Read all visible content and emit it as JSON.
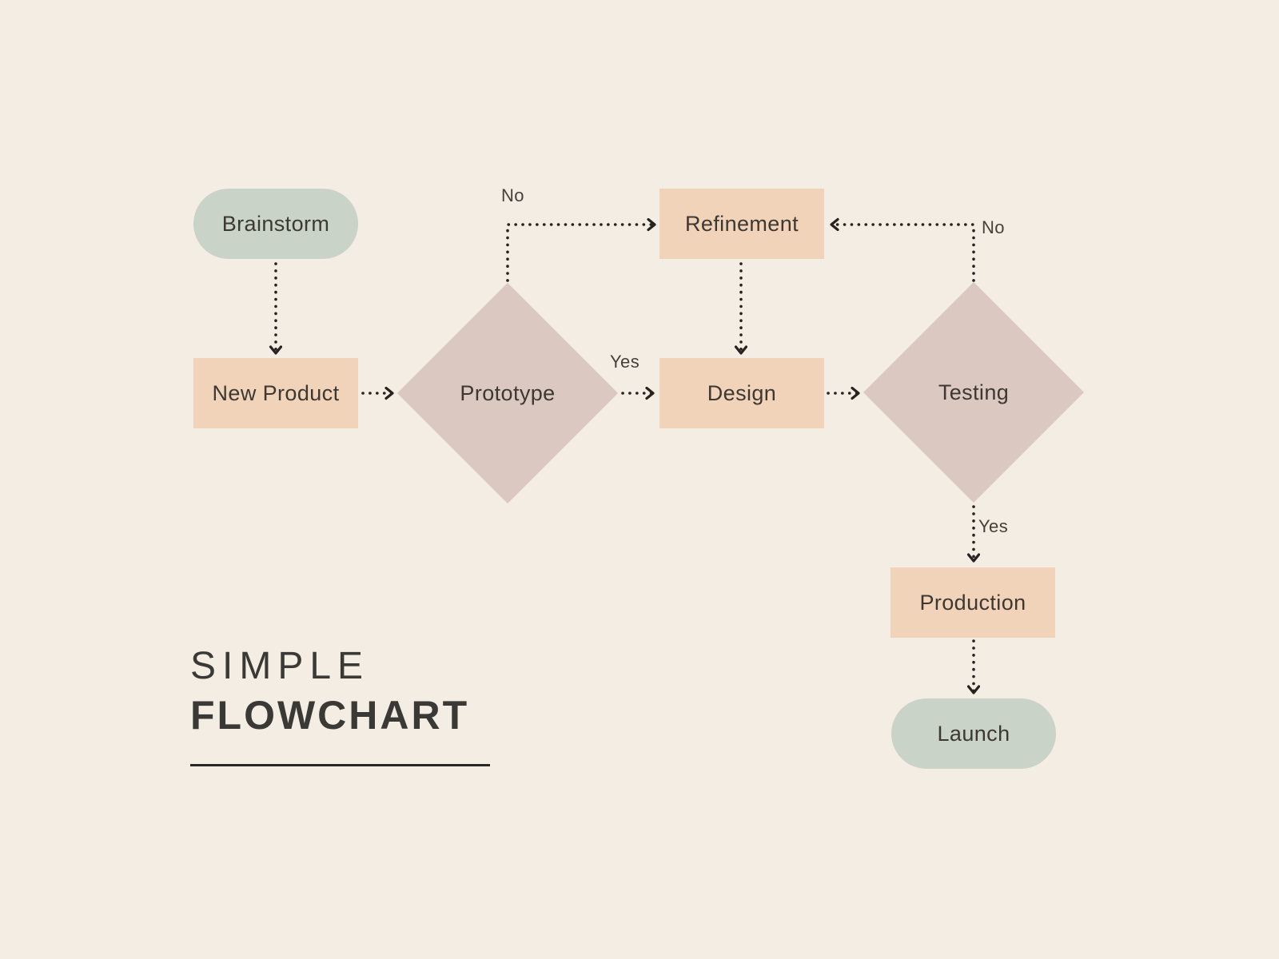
{
  "title": {
    "line1": "SIMPLE",
    "line2": "FLOWCHART"
  },
  "colors": {
    "background": "#f4ede4",
    "terminal_fill": "#c9d3c8",
    "process_fill": "#f0d3b8",
    "decision_fill": "#dbc8c0",
    "connector": "#262220",
    "node_text": "#3e3833",
    "title_text": "#3a3936"
  },
  "nodes": [
    {
      "id": "brainstorm",
      "label": "Brainstorm",
      "shape": "terminal"
    },
    {
      "id": "new-product",
      "label": "New Product",
      "shape": "process"
    },
    {
      "id": "prototype",
      "label": "Prototype",
      "shape": "decision"
    },
    {
      "id": "refinement",
      "label": "Refinement",
      "shape": "process"
    },
    {
      "id": "design",
      "label": "Design",
      "shape": "process"
    },
    {
      "id": "testing",
      "label": "Testing",
      "shape": "decision"
    },
    {
      "id": "production",
      "label": "Production",
      "shape": "process"
    },
    {
      "id": "launch",
      "label": "Launch",
      "shape": "terminal"
    }
  ],
  "edges": [
    {
      "from": "brainstorm",
      "to": "new-product",
      "label": ""
    },
    {
      "from": "new-product",
      "to": "prototype",
      "label": ""
    },
    {
      "from": "prototype",
      "to": "refinement",
      "label": "No"
    },
    {
      "from": "prototype",
      "to": "design",
      "label": "Yes"
    },
    {
      "from": "refinement",
      "to": "design",
      "label": ""
    },
    {
      "from": "design",
      "to": "testing",
      "label": ""
    },
    {
      "from": "testing",
      "to": "refinement",
      "label": "No"
    },
    {
      "from": "testing",
      "to": "production",
      "label": "Yes"
    },
    {
      "from": "production",
      "to": "launch",
      "label": ""
    }
  ],
  "edge_labels": [
    {
      "id": "prototype-no",
      "text": "No"
    },
    {
      "id": "prototype-yes",
      "text": "Yes"
    },
    {
      "id": "testing-no",
      "text": "No"
    },
    {
      "id": "testing-yes",
      "text": "Yes"
    }
  ]
}
